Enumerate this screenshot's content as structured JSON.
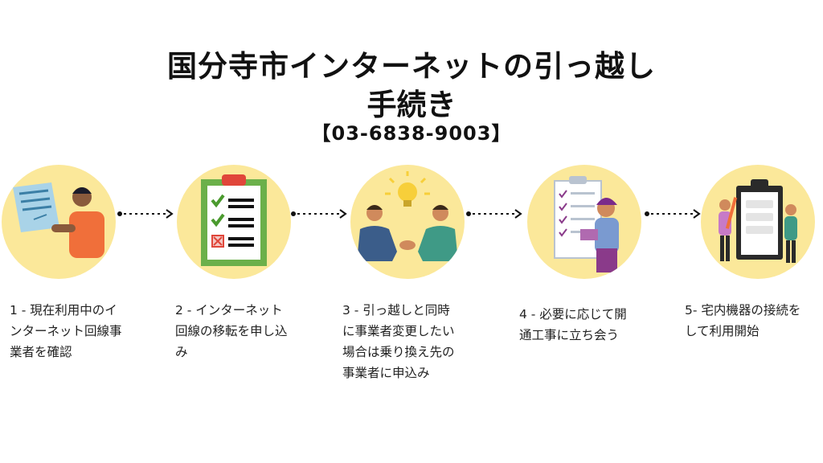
{
  "title": {
    "line1": "国分寺市インターネットの引っ越し",
    "line2": "手続き",
    "phone": "【03-6838-9003】"
  },
  "steps": [
    {
      "lines": [
        "1 - 現在利用中のイ",
        "ンターネット回線事",
        "業者を確認"
      ],
      "icon": "person-reading-document-icon"
    },
    {
      "lines": [
        "2 - インターネット",
        "回線の移転を申し込",
        "み"
      ],
      "icon": "clipboard-checklist-icon"
    },
    {
      "lines": [
        "3 - 引っ越しと同時",
        "に事業者変更したい",
        "場合は乗り換え先の",
        "事業者に申込み"
      ],
      "icon": "handshake-lightbulb-icon"
    },
    {
      "lines": [
        "4 - 必要に応じて開",
        "通工事に立ち会う"
      ],
      "icon": "person-with-checklist-icon"
    },
    {
      "lines": [
        "5- 宅内機器の接続を",
        "して利用開始"
      ],
      "icon": "people-with-clipboard-icon"
    }
  ],
  "colors": {
    "circle": "#fbe89a",
    "accent_green": "#6bb04a",
    "accent_red": "#e0463a",
    "accent_blue": "#3b5d8a"
  }
}
